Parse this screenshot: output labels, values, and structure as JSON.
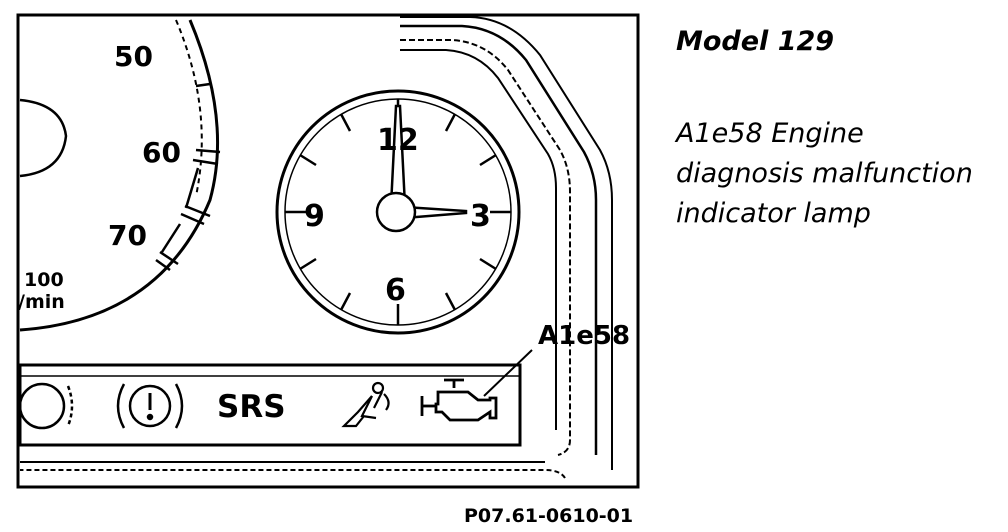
{
  "caption": {
    "model_title": "Model 129",
    "description_lines": [
      "A1e58 Engine",
      "diagnosis malfunction",
      "indicator lamp"
    ]
  },
  "diagram": {
    "tach_labels": [
      "50",
      "60",
      "70"
    ],
    "tach_unit_value": "100",
    "tach_unit_label": "/min",
    "clock_numerals": [
      "12",
      "3",
      "6",
      "9"
    ],
    "srs_label": "SRS",
    "callout_label": "A1e58",
    "figure_code": "P07.61-0610-01"
  },
  "icons": [
    "brake-warning-icon",
    "abs-warning-icon",
    "airbag-occupant-icon",
    "check-engine-icon"
  ],
  "colors": {
    "ink": "#000000",
    "paper": "#ffffff"
  }
}
